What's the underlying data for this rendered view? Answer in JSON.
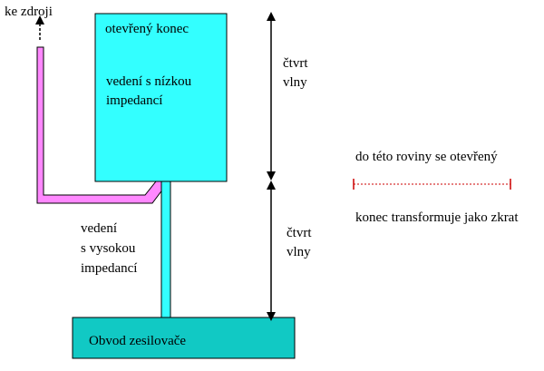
{
  "labels": {
    "to_source": "ke zdroji",
    "open_end": "otevřený konec",
    "low_impedance_line": "vedení s nízkou impedancí",
    "high_impedance_line_1": "vedení",
    "high_impedance_line_2": "s vysokou",
    "high_impedance_line_3": "impedancí",
    "quarter_wave_top_1": "čtvrt",
    "quarter_wave_top_2": "vlny",
    "quarter_wave_bottom_1": "čtvrt",
    "quarter_wave_bottom_2": "vlny",
    "plane_note_1": "do této roviny se otevřený",
    "plane_note_2": "konec transformuje jako zkrat",
    "amplifier": "Obvod zesilovače"
  },
  "colors": {
    "cyan_block": "#33ffff",
    "teal_block": "#11c9c4",
    "pink_line": "#ff88ff",
    "red_marker": "#cc0000"
  }
}
